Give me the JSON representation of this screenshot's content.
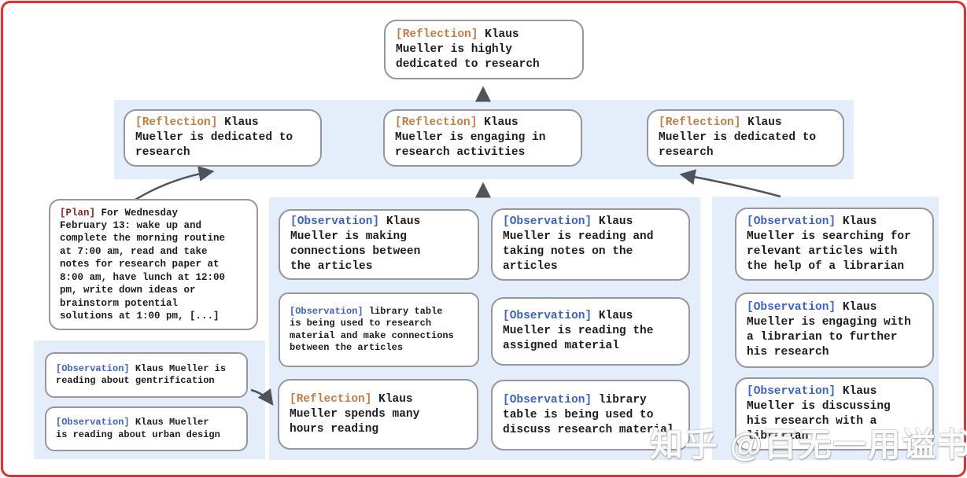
{
  "colors": {
    "frame_red": "#ee2b2b",
    "band_blue": "#e4eefa",
    "box_border": "#97979b",
    "tag_reflection": "#c17f42",
    "tag_observation": "#3b63c9",
    "tag_plan": "#8c2626",
    "text": "#1d1d1f",
    "arrow": "#4f545c"
  },
  "nodes": {
    "top_reflection": {
      "tag": "[Reflection]",
      "text": "Klaus\nMueller is highly\ndedicated to research"
    },
    "row2": [
      {
        "tag": "[Reflection]",
        "text": "Klaus\nMueller is dedicated to\nresearch"
      },
      {
        "tag": "[Reflection]",
        "text": "Klaus\nMueller is engaging in\nresearch activities"
      },
      {
        "tag": "[Reflection]",
        "text": "Klaus\nMueller is dedicated to\nresearch"
      }
    ],
    "plan": {
      "tag": "[Plan]",
      "text": "For Wednesday\nFebruary 13: wake up and\ncomplete the morning routine\nat 7:00 am, read and take\nnotes for research paper at\n8:00 am, have lunch at 12:00\npm, write down ideas or\nbrainstorm potential\nsolutions at 1:00 pm, [...]"
    },
    "left_observations": [
      {
        "tag": "[Observation]",
        "text": "Klaus Mueller is\nreading about gentrification"
      },
      {
        "tag": "[Observation]",
        "text": "Klaus Mueller\nis reading about urban design"
      }
    ],
    "mid_col1": [
      {
        "tag": "[Observation]",
        "text": "Klaus\nMueller is making\nconnections between\nthe articles"
      },
      {
        "tag": "[Observation]",
        "text": "library table\nis being used to research\nmaterial and make connections\nbetween the articles"
      },
      {
        "tag": "[Reflection]",
        "text": "Klaus\nMueller spends many\nhours reading"
      }
    ],
    "mid_col2": [
      {
        "tag": "[Observation]",
        "text": "Klaus\nMueller is reading and\ntaking notes on the\narticles"
      },
      {
        "tag": "[Observation]",
        "text": "Klaus\nMueller is reading the\nassigned material"
      },
      {
        "tag": "[Observation]",
        "text": "library\ntable is being used to\ndiscuss research material"
      }
    ],
    "right_col": [
      {
        "tag": "[Observation]",
        "text": "Klaus\nMueller is searching for\nrelevant articles with\nthe help of a librarian"
      },
      {
        "tag": "[Observation]",
        "text": "Klaus\nMueller is engaging with\na librarian to further\nhis research"
      },
      {
        "tag": "[Observation]",
        "text": "Klaus\nMueller is discussing\nhis research with a\nlibrarian"
      }
    ]
  },
  "watermark": {
    "text": "知乎 @百无一用谥书生"
  }
}
